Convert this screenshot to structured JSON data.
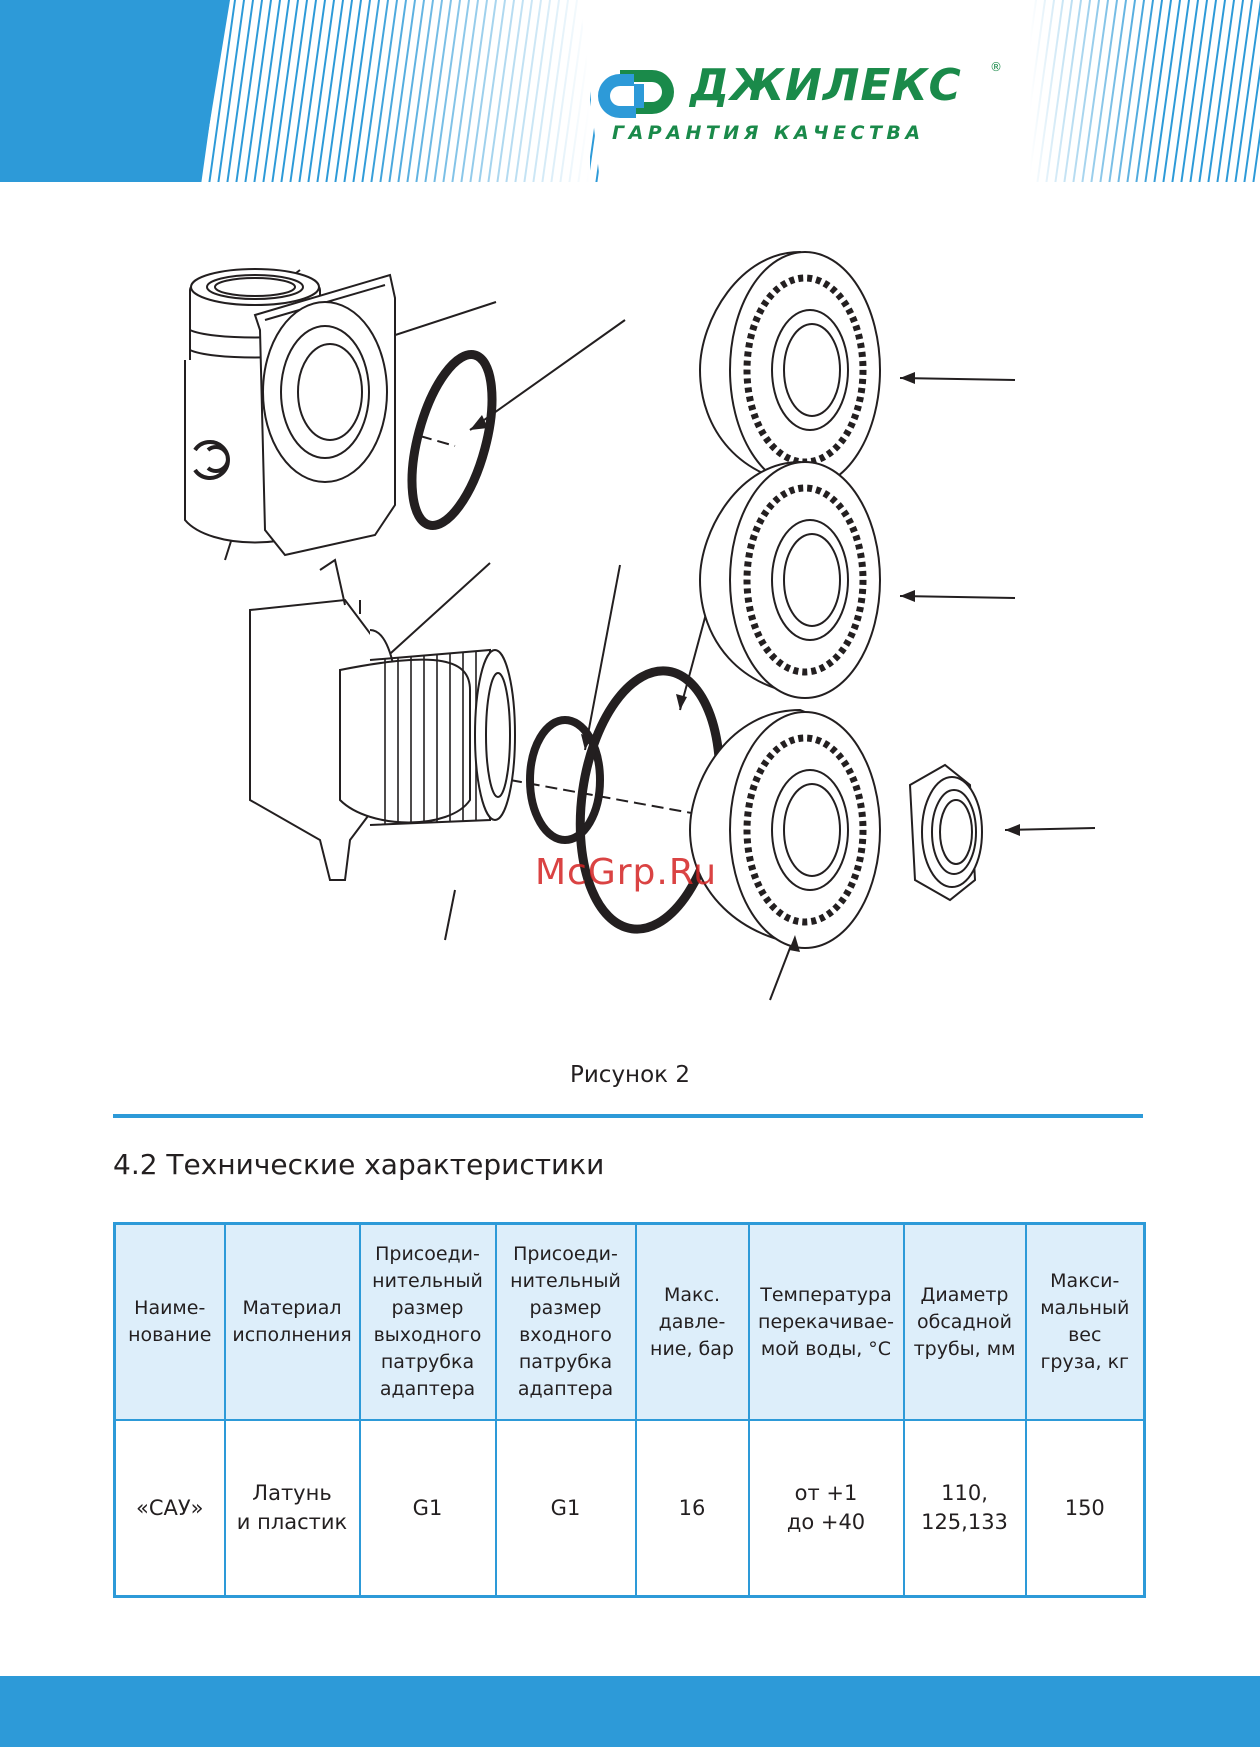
{
  "logo": {
    "name": "ДЖИЛЕКС",
    "registered": "®",
    "tagline": "ГАРАНТИЯ КАЧЕСТВА"
  },
  "figure": {
    "caption": "Рисунок 2",
    "watermark": "McGrp.Ru"
  },
  "section": {
    "title": "4.2 Технические характеристики"
  },
  "table": {
    "headers": [
      "Наиме-\nнование",
      "Материал\nисполнения",
      "Присоеди-\nнительный\nразмер\nвыходного\nпатрубка\nадаптера",
      "Присоеди-\nнительный\nразмер\nвходного\nпатрубка\nадаптера",
      "Макс.\nдавле-\nние, бар",
      "Температура\nперекачивае-\nмой воды, °С",
      "Диаметр\nобсадной\nтрубы, мм",
      "Макси-\nмальный\nвес\nгруза, кг"
    ],
    "rows": [
      [
        "«САУ»",
        "Латунь\nи пластик",
        "G1",
        "G1",
        "16",
        "от +1\nдо +40",
        "110,\n125,133",
        "150"
      ]
    ]
  },
  "colors": {
    "accent_blue": "#2d9ad8",
    "header_fill": "#ddeefa",
    "logo_green": "#1a8a4a",
    "watermark_red": "#d42323"
  }
}
